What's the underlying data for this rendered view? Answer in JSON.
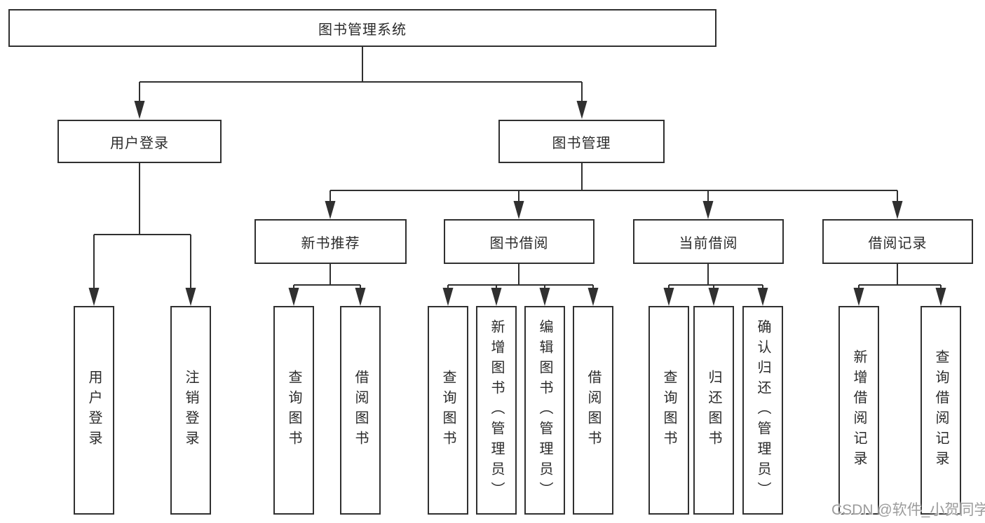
{
  "diagram": {
    "root": {
      "label": "图书管理系统"
    },
    "branches": [
      {
        "label": "用户登录",
        "children": [
          "用户登录",
          "注销登录"
        ]
      },
      {
        "label": "图书管理",
        "children": [
          {
            "label": "新书推荐",
            "children": [
              "查询图书",
              "借阅图书"
            ]
          },
          {
            "label": "图书借阅",
            "children": [
              "查询图书",
              "新增图书（管理员）",
              "编辑图书（管理员）",
              "借阅图书"
            ]
          },
          {
            "label": "当前借阅",
            "children": [
              "查询图书",
              "归还图书",
              "确认归还（管理员）"
            ]
          },
          {
            "label": "借阅记录",
            "children": [
              "新增借阅记录",
              "查询借阅记录"
            ]
          }
        ]
      }
    ]
  },
  "watermark": {
    "text": "CSDN @软件_小贺同学"
  },
  "colors": {
    "line": "#303030",
    "box_border": "#303030",
    "box_background": "#ffffff",
    "text": "#2b2b2b",
    "watermark": "#9c9c9c",
    "background": "#ffffff"
  }
}
